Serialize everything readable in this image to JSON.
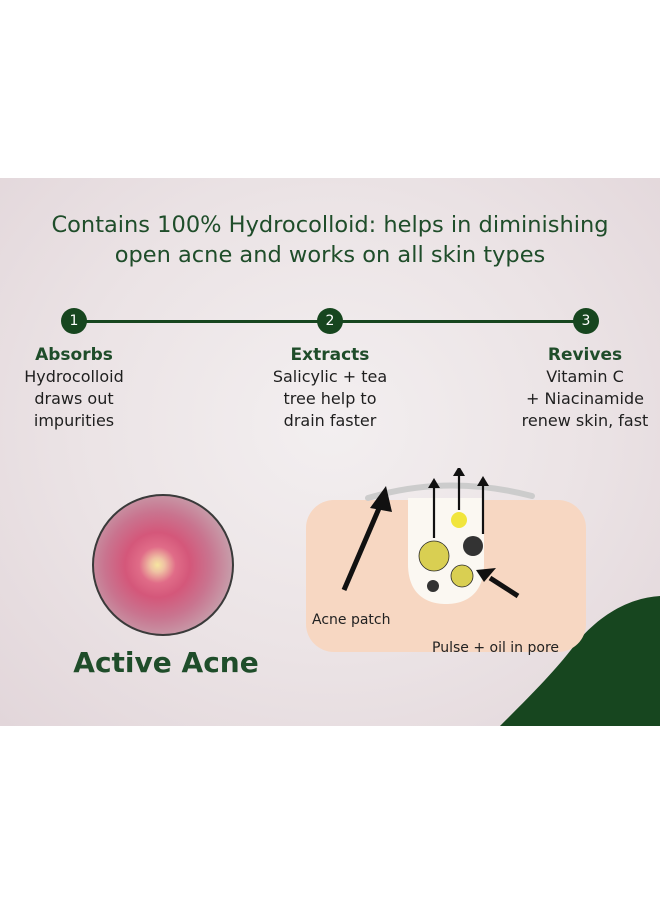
{
  "headline": {
    "line1": "Contains 100% Hydrocolloid: helps in diminishing",
    "line2": "open acne and works on all skin types"
  },
  "steps": [
    {
      "number": "1",
      "title": "Absorbs",
      "desc": "Hydrocolloid\ndraws out\nimpurities"
    },
    {
      "number": "2",
      "title": "Extracts",
      "desc": "Salicylic + tea\ntree help to\ndrain faster"
    },
    {
      "number": "3",
      "title": "Revives",
      "desc": "Vitamin C\n+ Niacinamide\nrenew skin, fast"
    }
  ],
  "acne": {
    "label": "Active Acne"
  },
  "diagram": {
    "patch_label": "Acne patch",
    "pore_label": "Pulse + oil in pore"
  },
  "colors": {
    "brand_green": "#17461f",
    "text_green": "#1f4d2a",
    "skin": "#f7d7c2",
    "particle_yellow": "#d9cf52",
    "particle_dark": "#333333"
  }
}
